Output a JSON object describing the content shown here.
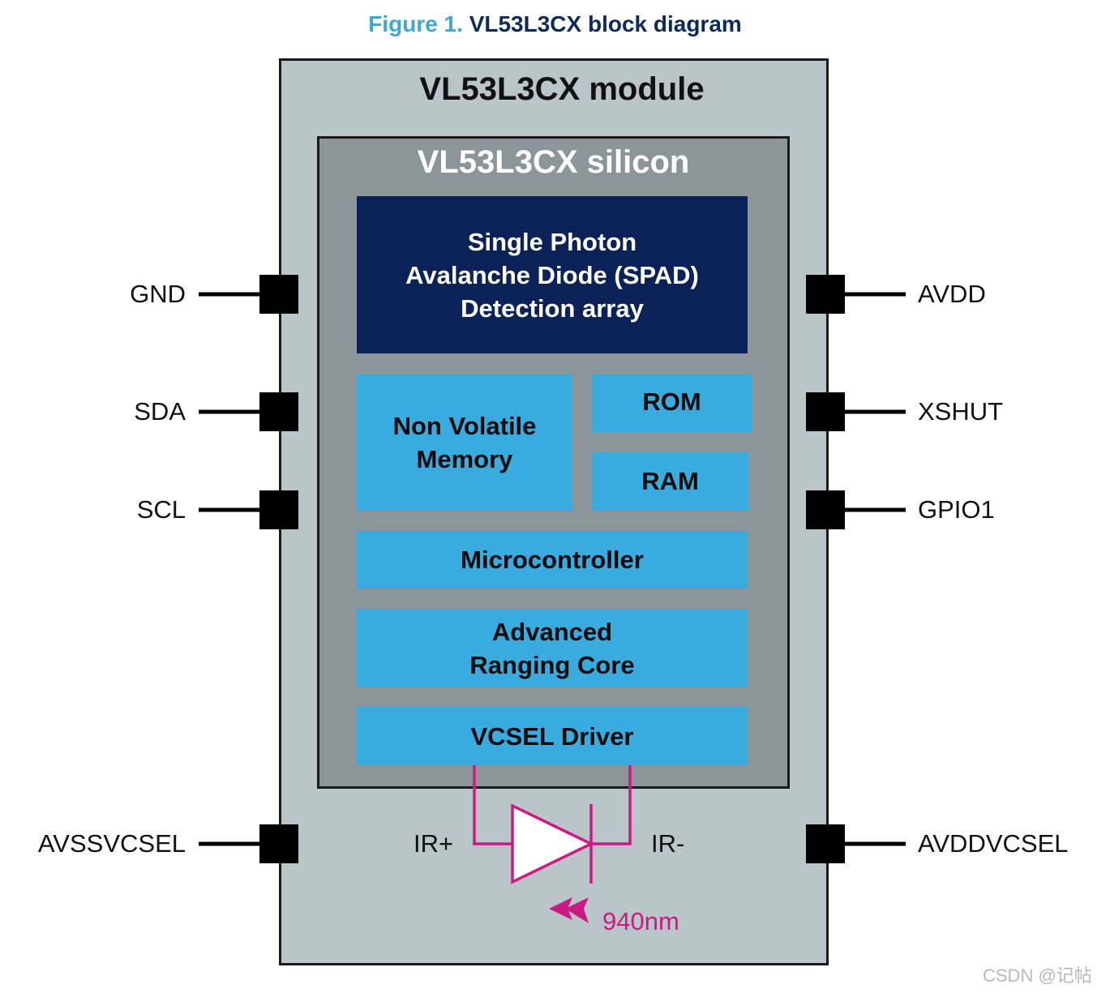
{
  "figure": {
    "number": "Figure 1.",
    "name": "VL53L3CX block diagram"
  },
  "module": {
    "title": "VL53L3CX module"
  },
  "silicon": {
    "title": "VL53L3CX silicon"
  },
  "blocks": {
    "spad": "Single Photon\nAvalanche Diode (SPAD)\nDetection array",
    "nvm": "Non Volatile\nMemory",
    "rom": "ROM",
    "ram": "RAM",
    "mcu": "Microcontroller",
    "arc": "Advanced\nRanging Core",
    "vcsel": "VCSEL Driver"
  },
  "pins": {
    "left": [
      "GND",
      "SDA",
      "SCL",
      "AVSSVCSEL"
    ],
    "right": [
      "AVDD",
      "XSHUT",
      "GPIO1",
      "AVDDVCSEL"
    ]
  },
  "emitter": {
    "ir_plus": "IR+",
    "ir_minus": "IR-",
    "wavelength": "940nm"
  },
  "watermark": "CSDN @记帖",
  "colors": {
    "figure_number": "#3fa7d6",
    "figure_name": "#0d2a5a",
    "module_fill": "#bac5ca",
    "silicon_fill": "#8c969a",
    "spad_fill": "#0b2258",
    "block_fill": "#3aabde",
    "emitter": "#cc1a85"
  }
}
